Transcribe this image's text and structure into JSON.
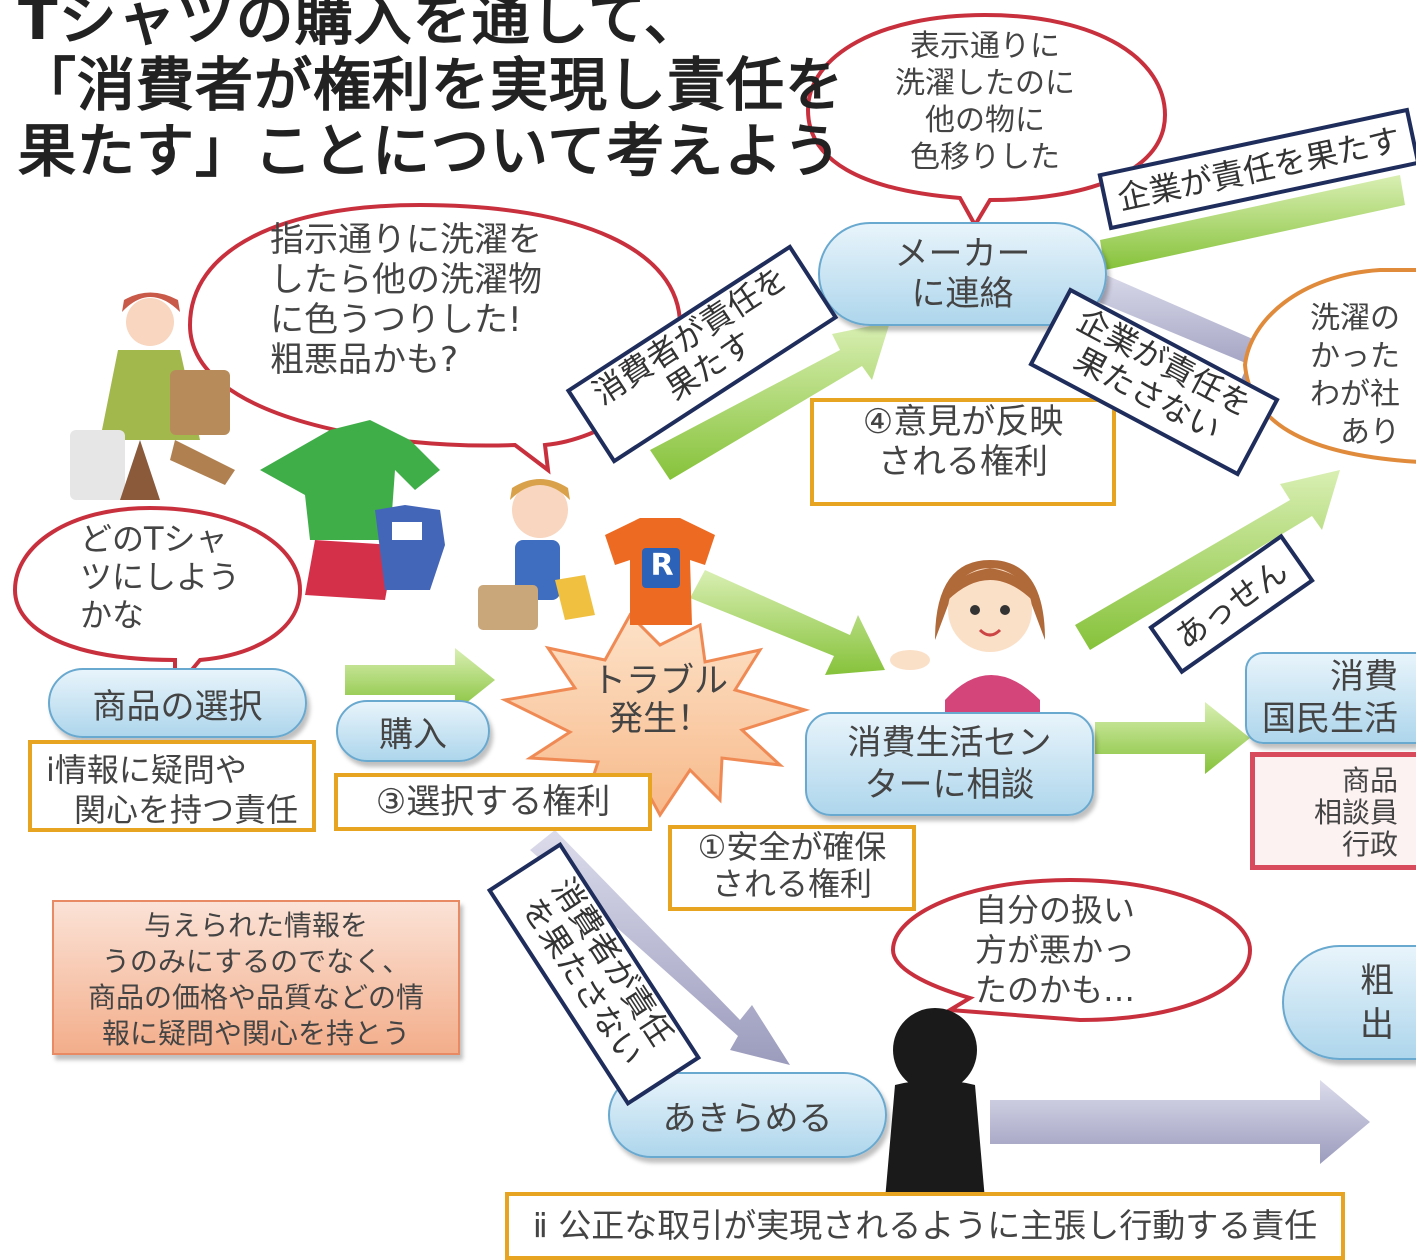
{
  "title": {
    "line1": "Tシャツの購入を通して、",
    "line2": "「消費者が権利を実現し責任を",
    "line3": "果たす」ことについて考えよう"
  },
  "bubbles": {
    "shop_line1": "指示通りに洗濯を",
    "shop_line2": "したら他の洗濯物",
    "shop_line3": "に色うつりした!",
    "shop_line4": "粗悪品かも?",
    "choose_line1": "どのTシャ",
    "choose_line2": "ツにしよう",
    "choose_line3": "かな",
    "display_line1": "表示通りに",
    "display_line2": "洗濯したのに",
    "display_line3": "他の物に",
    "display_line4": "色移りした",
    "self_line1": "自分の扱い",
    "self_line2": "方が悪かっ",
    "self_line3": "たのかも…",
    "company_line1": "洗濯の",
    "company_line2": "かった",
    "company_line3": "わが社",
    "company_line4": "あり"
  },
  "pills": {
    "select": "商品の選択",
    "buy": "購入",
    "maker_line1": "メーカー",
    "maker_line2": "に連絡",
    "center_line1": "消費生活セン",
    "center_line2": "ターに相談",
    "give_up": "あきらめる",
    "national_line1": "消費",
    "national_line2": "国民生活",
    "coarse_line1": "粗",
    "coarse_line2": "出"
  },
  "trouble": {
    "line1": "トラブル",
    "line2": "発生！"
  },
  "rights": {
    "right1_line1": "①安全が確保",
    "right1_line2": "される権利",
    "right3": "③選択する権利",
    "right4_line1": "④意見が反映",
    "right4_line2": "される権利"
  },
  "responsibilities": {
    "resp1_line1": "ⅰ情報に疑問や",
    "resp1_line2": "関心を持つ責任",
    "resp2": "ⅱ 公正な取引が実現されるように主張し行動する責任"
  },
  "arrow_labels": {
    "consumer_fulfills_line1": "消費者が責任を",
    "consumer_fulfills_line2": "果たす",
    "consumer_fails_line1": "消費者が責任",
    "consumer_fails_line2": "を果たさない",
    "company_fulfills": "企業が責任を果たす",
    "company_fails_line1": "企業が責任を",
    "company_fails_line2": "果たさない",
    "mediation": "あっせん"
  },
  "advice": {
    "line1": "与えられた情報を",
    "line2": "うのみにするのでなく、",
    "line3": "商品の価格や品質などの情",
    "line4": "報に疑問や関心を持とう"
  },
  "side_box": {
    "line1": "商品",
    "line2": "相談員",
    "line3": "行政"
  },
  "tshirt_letter": "R",
  "colors": {
    "bubble_outline": "#c8303e",
    "pill_fill": "#aed6ec",
    "green_arrow": "#8cc63f",
    "gray_arrow": "#a9a9c8",
    "right_box_border": "#e7a420",
    "label_box_border": "#1f2d5c"
  }
}
